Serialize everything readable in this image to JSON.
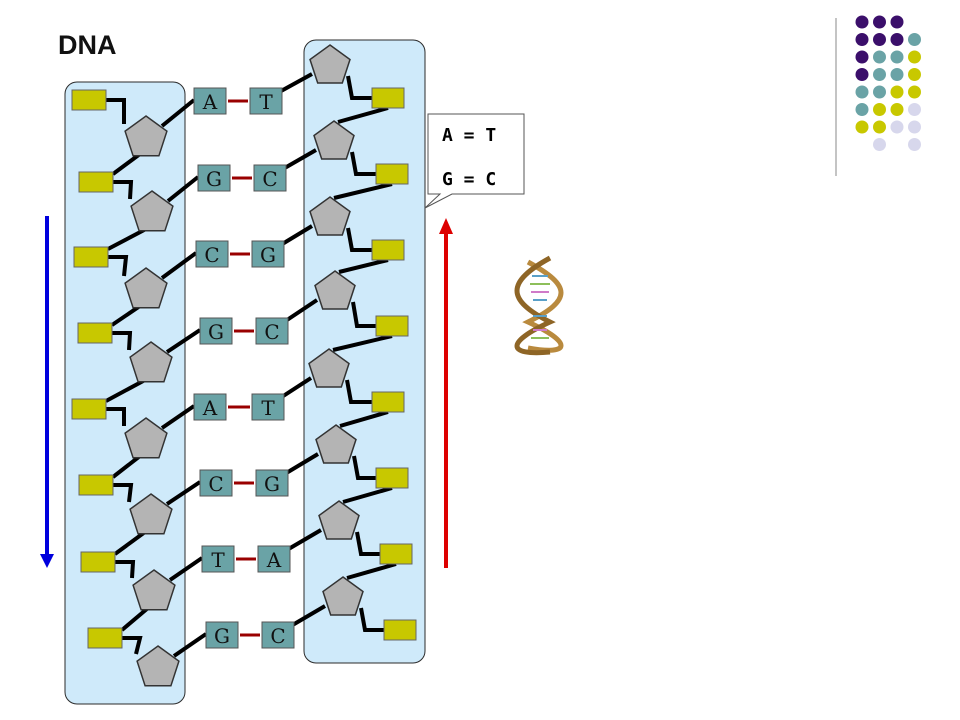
{
  "title": "DNA",
  "legend": {
    "rule1": "A = T",
    "rule2": "G = C"
  },
  "base_pairs": [
    {
      "left": "A",
      "right": "T"
    },
    {
      "left": "G",
      "right": "C"
    },
    {
      "left": "C",
      "right": "G"
    },
    {
      "left": "G",
      "right": "C"
    },
    {
      "left": "A",
      "right": "T"
    },
    {
      "left": "C",
      "right": "G"
    },
    {
      "left": "T",
      "right": "A"
    },
    {
      "left": "G",
      "right": "C"
    }
  ],
  "colors": {
    "strand_bg": "#cfeafa",
    "strand_border": "#2b2b2b",
    "sugar": "#b4b4b4",
    "phosphate": "#c8c800",
    "base": "#6aa3a6",
    "bond": "#990000",
    "arrow_down": "#0000dd",
    "arrow_up": "#dd0000",
    "dot_purple": "#3b0f6b",
    "dot_teal": "#6aa3a6",
    "dot_yellow": "#c8c800",
    "dot_lavender": "#d7d7ec"
  },
  "decor": {
    "dot_grid": [
      [
        "purple",
        "purple",
        "purple",
        "none"
      ],
      [
        "purple",
        "purple",
        "purple",
        "teal"
      ],
      [
        "purple",
        "teal",
        "teal",
        "yellow"
      ],
      [
        "purple",
        "teal",
        "teal",
        "yellow"
      ],
      [
        "teal",
        "teal",
        "yellow",
        "yellow"
      ],
      [
        "teal",
        "yellow",
        "yellow",
        "lavender"
      ],
      [
        "yellow",
        "yellow",
        "lavender",
        "lavender"
      ],
      [
        "none",
        "lavender",
        "none",
        "lavender"
      ]
    ],
    "helix_icon": "dna-helix-icon"
  }
}
